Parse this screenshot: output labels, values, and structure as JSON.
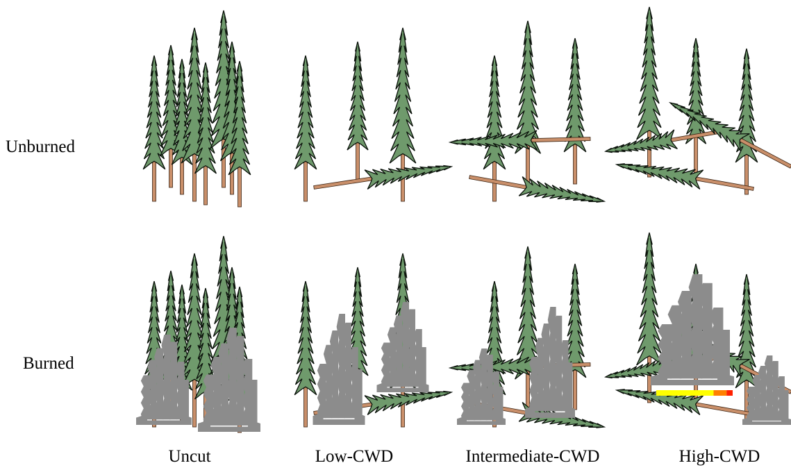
{
  "rows": [
    {
      "label": "Unburned",
      "burned": false
    },
    {
      "label": "Burned",
      "burned": true
    }
  ],
  "columns": [
    {
      "label": "Uncut",
      "treatment": "uncut"
    },
    {
      "label": "Low-CWD",
      "treatment": "low-cwd"
    },
    {
      "label": "Intermediate-CWD",
      "treatment": "intermediate-cwd"
    },
    {
      "label": "High-CWD",
      "treatment": "high-cwd"
    }
  ],
  "colors": {
    "foliage": "#6f9a6c",
    "foliage_dark": "#0b120b",
    "trunk": "#c98f6a",
    "smoke": "#8c8c8c",
    "flame_yellow": "#ffff00",
    "flame_orange": "#ff8000",
    "flame_red": "#ff2000"
  },
  "icons": [
    "conifer-tree-icon",
    "fallen-log-icon",
    "smoke-plume-icon",
    "flame-icon"
  ]
}
